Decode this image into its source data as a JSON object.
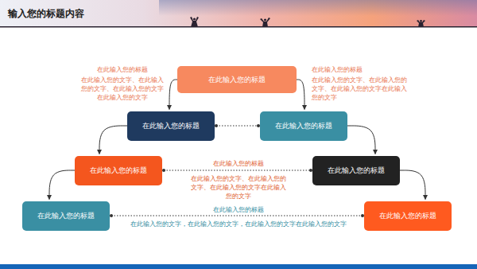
{
  "diagram": {
    "title": "输入您的标题内容",
    "nodes": [
      {
        "text": [
          "在此输入您的标题"
        ]
      },
      {
        "text": [
          "在此输入您的标题"
        ]
      },
      {
        "text": [
          "在此输入您的标题"
        ]
      },
      {
        "text": [
          "在此输入您的标题"
        ]
      },
      {
        "text": [
          "在此输入您的标题"
        ]
      },
      {
        "text": [
          "在此输入您的标题"
        ]
      },
      {
        "text": [
          "在此输入您的标题"
        ]
      }
    ],
    "edges": [
      {
        "from": 0,
        "to": 1,
        "arrow": "to"
      },
      {
        "from": 0,
        "to": 2,
        "arrow": "to"
      },
      {
        "from": 1,
        "to": 2,
        "arrow": "none"
      },
      {
        "from": 1,
        "to": 3,
        "arrow": "to"
      },
      {
        "from": 2,
        "to": 4,
        "arrow": "to"
      },
      {
        "from": 3,
        "to": 4,
        "arrow": "none"
      },
      {
        "from": 3,
        "to": 5,
        "arrow": "to"
      },
      {
        "from": 4,
        "to": 6,
        "arrow": "to"
      },
      {
        "from": 5,
        "to": 6,
        "arrow": "none"
      }
    ],
    "labels": [
      "在此输入您的标题",
      "在此输入您的文字、在此输入您的文字、在此输入您的文字在此输入您的文字",
      "在此输入您的标题",
      "在此输入您的文字、在此输入您的文字、在此输入您的文字在此输入您的文字",
      "在此输入您的标题",
      "在此输入您的文字、在此输入您的文字、在此输入您的文字在此输入您的文字",
      "在此输入您的标题",
      "在此输入您的文字，在此输入您的文字，在此输入您的文字在此输入您的文字"
    ]
  }
}
